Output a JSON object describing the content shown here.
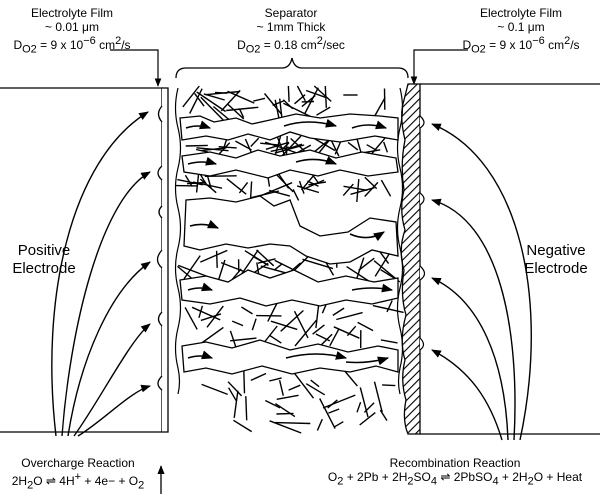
{
  "labels": {
    "separator": {
      "title": "Separator",
      "thickness": "~ 1mm Thick",
      "d_prefix": "D",
      "d_sub": "O2",
      "d_value": " = 0.18 cm",
      "d_sup": "2",
      "d_unit": "/sec"
    },
    "film_left": {
      "title": "Electrolyte Film",
      "thickness_prefix": "~ 0.01 ",
      "thickness_unit": "μm",
      "d_prefix": "D",
      "d_sub": "O2",
      "d_value": " = 9 x 10",
      "d_sup": "−6",
      "d_unit": " cm",
      "d_sup2": "2",
      "d_tail": "/s"
    },
    "film_right": {
      "title": "Electrolyte Film",
      "thickness_prefix": "~ 0.1 ",
      "thickness_unit": "μm",
      "d_prefix": "D",
      "d_sub": "O2",
      "d_value": " = 9 x 10",
      "d_sup": "−6",
      "d_unit": " cm",
      "d_sup2": "2",
      "d_tail": "/s"
    },
    "positive": [
      "Positive",
      "Electrode"
    ],
    "negative": [
      "Negative",
      "Electrode"
    ],
    "overcharge": {
      "title": "Overcharge Reaction",
      "eq": {
        "a": "2H",
        "a_sub": "2",
        "b": "O",
        "c": "4H",
        "c_sup": "+",
        "d": " + 4e− + O",
        "d_sub": "2"
      }
    },
    "recombination": {
      "title": "Recombination Reaction",
      "eq": {
        "a": "O",
        "a_sub": "2",
        "b": " + 2Pb + 2H",
        "b_sub": "2",
        "c": "SO",
        "c_sub": "4",
        "d": "2PbSO",
        "d_sub": "4",
        "e": " + 2H",
        "e_sub": "2",
        "f": "O + Heat"
      }
    }
  },
  "colors": {
    "ink": "#000000",
    "paper": "#ffffff"
  }
}
